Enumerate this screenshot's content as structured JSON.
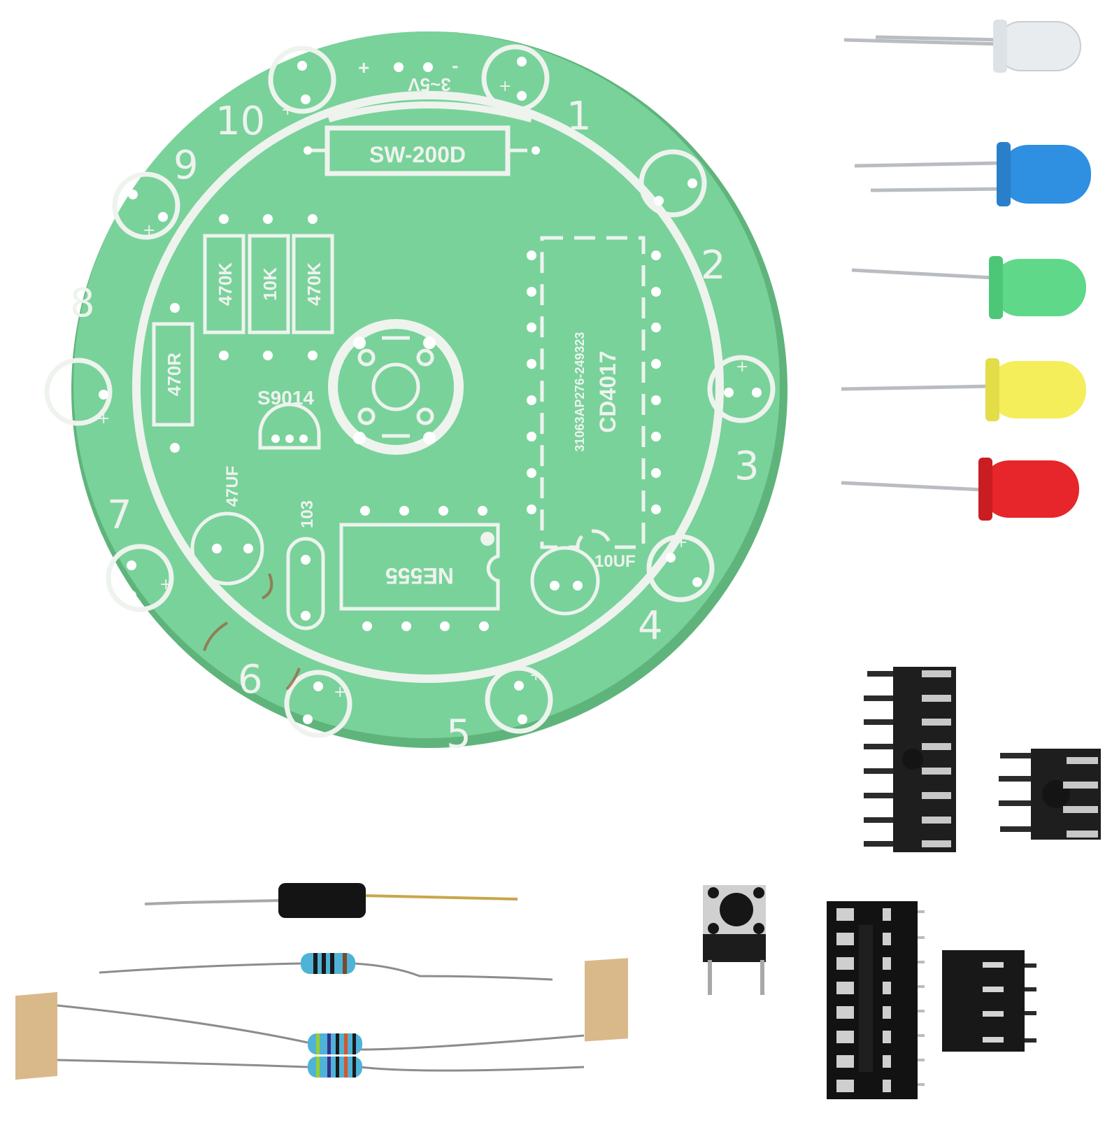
{
  "scene": {
    "description": "DIY rotating LED circuit kit: round green PCB with loose components",
    "background": "#ffffff"
  },
  "pcb": {
    "color": "#79d29a",
    "edge_color": "#62b87f",
    "silkscreen_color": "#eef3ee",
    "led_position_numbers": [
      "1",
      "2",
      "3",
      "4",
      "5",
      "6",
      "7",
      "8",
      "9",
      "10"
    ],
    "power_label": "3~5V",
    "power_pins": [
      "+",
      "-"
    ],
    "tilt_switch_label": "SW-200D",
    "resistor_labels": [
      "470K",
      "10K",
      "470K",
      "470R"
    ],
    "transistor_label": "S9014",
    "capacitor_labels": [
      "47UF",
      "103",
      "10UF"
    ],
    "ic_labels": [
      "NE555",
      "CD4017"
    ],
    "board_code": "31063AP276-249323",
    "polarity_mark": "+"
  },
  "loose_components": {
    "leds": [
      {
        "color_name": "clear",
        "color": "#e8ecef"
      },
      {
        "color_name": "blue",
        "color": "#2f8fe0"
      },
      {
        "color_name": "green",
        "color": "#5fd88a"
      },
      {
        "color_name": "yellow",
        "color": "#f3ee5a"
      },
      {
        "color_name": "red",
        "color": "#e6262a"
      }
    ],
    "ics": [
      {
        "name": "16-pin DIP IC",
        "pins": 16
      },
      {
        "name": "8-pin DIP IC",
        "pins": 8
      }
    ],
    "sockets": [
      {
        "name": "16-pin IC socket",
        "pins": 16
      },
      {
        "name": "8-pin IC socket",
        "pins": 8
      }
    ],
    "tact_switch": {
      "name": "tactile push button"
    },
    "tilt_switch": {
      "name": "SW-200D tilt switch"
    },
    "resistors": [
      {
        "name": "resistor",
        "body_color": "#4fb3d8"
      },
      {
        "name": "resistor",
        "body_color": "#4fb3d8"
      },
      {
        "name": "resistor",
        "body_color": "#4fb3d8"
      }
    ]
  }
}
